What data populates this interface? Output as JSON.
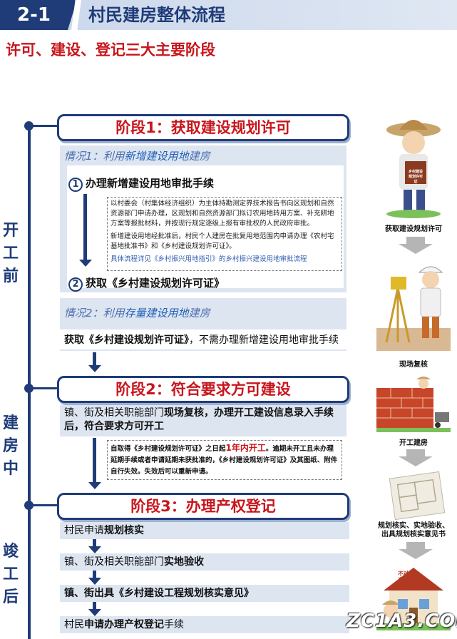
{
  "header": {
    "number": "2-1",
    "title": "村民建房整体流程"
  },
  "subtitle": "许可、建设、登记三大主要阶段",
  "side_labels": {
    "before": "开工前",
    "during": "建房中",
    "after": "竣工后"
  },
  "stage1": {
    "title": "阶段1：获取建设规划许可",
    "case1": {
      "prefix": "情况1：利用",
      "highlight": "新增建设用地",
      "suffix": "建房",
      "step1_num": "1",
      "step1": "办理新增建设用地审批手续",
      "detail_p1": "以村委会（村集体经济组织）为主体持勘测定界技术报告书向区规划和自然资源部门申请办理，区规划和自然资源部门拟订农用地转用方案、补充耕地方案等报批材料，并按现行规定逐级上报有审批权的人民政府审批。",
      "detail_p2": "新增建设用地经批准后，村民个人建房在批复用地范围内申请办理《农村宅基地批准书》和《乡村建设规划许可证》。",
      "detail_foot": "具体流程详见《乡村振兴用地指引》的乡村振兴建设用地审批流程",
      "step2_num": "2",
      "step2": "获取《乡村建设规划许可证》"
    },
    "case2": {
      "prefix": "情况2：利用",
      "highlight": "存量建设用地",
      "suffix": "建房",
      "line_bold": "获取《乡村建设规划许可证》",
      "line_rest": "，不需办理新增建设用地审批手续"
    }
  },
  "stage2": {
    "title": "阶段2：符合要求方可建设",
    "body_a": "镇、街及相关职能部门",
    "body_b": "现场复核，办理开工建设信息录入手续后，符合要求方可开工",
    "notice_a": "自取得《乡村建设规划许可证》之日起",
    "notice_red": "1年内开工",
    "notice_b": "。逾期未开工且未办理延期手续或者申请延期未获批准的，《乡村建设规划许可证》及其图纸、附件自行失效。失效后可以重新申请。"
  },
  "stage3": {
    "title": "阶段3：办理产权登记",
    "row1_a": "村民申请",
    "row1_b": "规划核实",
    "row2_a": "镇、街及相关职能部门",
    "row2_b": "实地验收",
    "row3": "镇、街出具《乡村建设工程规划核实意见》",
    "row4_a": "村民",
    "row4_b": "申请办理产权登记",
    "row4_c": "手续"
  },
  "illustrations": {
    "cap1": "获取建设规划许可",
    "cap2": "现场复核",
    "cap3": "开工建房",
    "cap4_l1": "规划核实、实地验收、",
    "cap4_l2": "出具规划核实意见书",
    "cap5": "不动产登记",
    "board_text": "乡村建设规划许可证"
  },
  "watermark": "ZC1A3.COM",
  "colors": {
    "navy": "#1f3c78",
    "red": "#c8161d",
    "panel": "#dde5f1"
  }
}
